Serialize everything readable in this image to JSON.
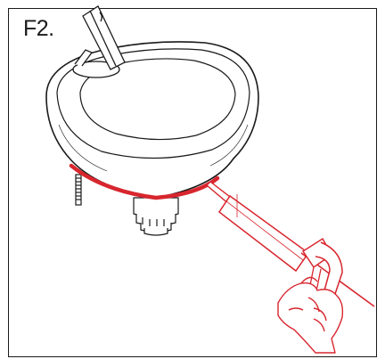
{
  "figure": {
    "label": "F2."
  },
  "colors": {
    "line": "#1a1a1a",
    "accent": "#d8262e",
    "background": "#ffffff"
  },
  "illustration": {
    "objects": [
      "washbasin",
      "faucet",
      "drain-fitting",
      "mounting-bolt",
      "silicone-caulking-gun",
      "hand"
    ],
    "highlight": "sealant-bead"
  }
}
